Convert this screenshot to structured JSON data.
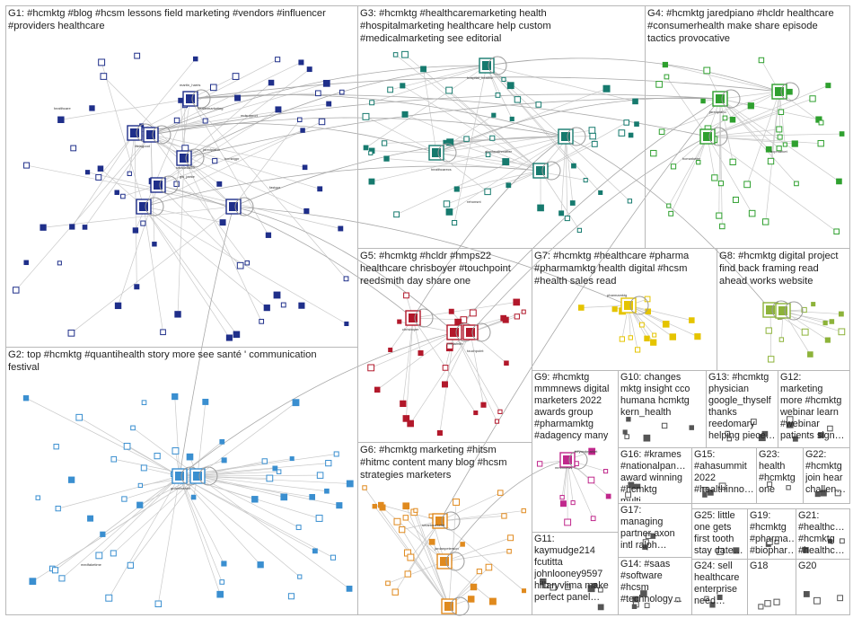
{
  "title": "",
  "groups": [
    {
      "id": "G1",
      "label": "G1: #hcmktg #blog #hcsm lessons field marketing #vendors #influencer\n#providers healthcare",
      "color": "#1f2f8a"
    },
    {
      "id": "G2",
      "label": "G2: top #hcmktg #quantihealth story more see santé ' communication\nfestival",
      "color": "#3a8fd0"
    },
    {
      "id": "G3",
      "label": "G3: #hcmktg #healthcaremarketing health\n#hospitalmarketing healthcare help custom\n#medicalmarketing see editorial",
      "color": "#167a6e"
    },
    {
      "id": "G4",
      "label": "G4: #hcmktg jaredpiano #hcldr healthcare\n#consumerhealth make share episode\ntactics provocative",
      "color": "#2fa02f"
    },
    {
      "id": "G5",
      "label": "G5: #hcmktg #hcldr #hmps22\nhealthcare chrisboyer #touchpoint\nreedsmith day share one",
      "color": "#b2182b"
    },
    {
      "id": "G6",
      "label": "G6: #hcmktg marketing #hitsm\n#hitmc content many blog #hcsm\nstrategies marketers",
      "color": "#e08a1e"
    },
    {
      "id": "G7",
      "label": "G7: #hcmktg #healthcare #pharma\n#pharmamktg health digital #hcsm\n#health sales read",
      "color": "#e5c400"
    },
    {
      "id": "G8",
      "label": "G8: #hcmktg digital project\nfind back framing read\nahead works website",
      "color": "#8db33a"
    },
    {
      "id": "G9",
      "label": "G9: #hcmktg\nmmmnews digital\nmarketers 2022\nawards group\n#pharmamktg\n#adagency many",
      "color": "#c0288c"
    },
    {
      "id": "G10",
      "label": "G10: changes\nmktg insight cco\nhumana hcmktg\nkern_health",
      "color": "#555555"
    },
    {
      "id": "G11",
      "label": "G11:\nkaymudge214\nfcutitta\njohnlooney9597\nhillaryvlima make\nperfect panel…",
      "color": "#555555"
    },
    {
      "id": "G12",
      "label": "G12:\nmarketing\nmore #hcmktg\nwebinar learn\n#webinar\npatients sign…",
      "color": "#555555"
    },
    {
      "id": "G13",
      "label": "G13: #hcmktg\nphysician\ngoogle_thyself\nthanks\nreedomary\nhelping piece…",
      "color": "#555555"
    },
    {
      "id": "G14",
      "label": "G14: #saas\n#software\n#hcsm\n#technology…",
      "color": "#555555"
    },
    {
      "id": "G15",
      "label": "G15:\n#ahasummit\n2022\n#healthinno…",
      "color": "#555555"
    },
    {
      "id": "G16",
      "label": "G16: #krames\n#nationalpan…\naward winning\n#hcmktg multi…",
      "color": "#555555"
    },
    {
      "id": "G17",
      "label": "G17:\nmanaging\npartner axon\nintl ralph…",
      "color": "#555555"
    },
    {
      "id": "G18",
      "label": "G18",
      "color": "#555555"
    },
    {
      "id": "G19",
      "label": "G19:\n#hcmktg\n#pharma…\n#biophar…",
      "color": "#555555"
    },
    {
      "id": "G20",
      "label": "G20",
      "color": "#555555"
    },
    {
      "id": "G21",
      "label": "G21:\n#healthc…\n#hcmktg\n#healthc…",
      "color": "#555555"
    },
    {
      "id": "G22",
      "label": "G22:\n#hcmktg\njoin hear\nchallen…",
      "color": "#555555"
    },
    {
      "id": "G23",
      "label": "G23:\nhealth\n#hcmktg\none",
      "color": "#555555"
    },
    {
      "id": "G24",
      "label": "G24: sell\nhealthcare\nenterprise\nneed…",
      "color": "#555555"
    },
    {
      "id": "G25",
      "label": "G25: little\none gets\nfirst tooth\nstay date…",
      "color": "#555555"
    }
  ],
  "node_labels": [
    {
      "text": "healthcare",
      "group": "G1"
    },
    {
      "text": "lifeisgood",
      "group": "G1"
    },
    {
      "text": "martin_harris",
      "group": "G1"
    },
    {
      "text": "healthmarketing",
      "group": "G1"
    },
    {
      "text": "mdsupport",
      "group": "G1"
    },
    {
      "text": "jaredpiano",
      "group": "G1"
    },
    {
      "text": "smadx8855",
      "group": "G1"
    },
    {
      "text": "gw_jaeke",
      "group": "G1"
    },
    {
      "text": "hcmktgpr",
      "group": "G1"
    },
    {
      "text": "fastgur",
      "group": "G1"
    },
    {
      "text": "quantihealth",
      "group": "G2"
    },
    {
      "text": "medfaketime",
      "group": "G2"
    },
    {
      "text": "hospital_healthc",
      "group": "G3"
    },
    {
      "text": "healthcarecs",
      "group": "G3"
    },
    {
      "text": "abmhealthmatter",
      "group": "G3"
    },
    {
      "text": "rehonsnt",
      "group": "G3"
    },
    {
      "text": "jaredpiano",
      "group": "G4"
    },
    {
      "text": "hcmarketer",
      "group": "G4"
    },
    {
      "text": "hcpmarket",
      "group": "G4"
    },
    {
      "text": "chrisboyer",
      "group": "G5"
    },
    {
      "text": "reedsmith",
      "group": "G5"
    },
    {
      "text": "touchpoint",
      "group": "G5"
    },
    {
      "text": "smartmarketin",
      "group": "G6"
    },
    {
      "text": "jordanpeterson",
      "group": "G6"
    },
    {
      "text": "mmmnews",
      "group": "G9"
    },
    {
      "text": "beyondmarket",
      "group": "G9"
    },
    {
      "text": "pharmamktg",
      "group": "G7"
    }
  ]
}
